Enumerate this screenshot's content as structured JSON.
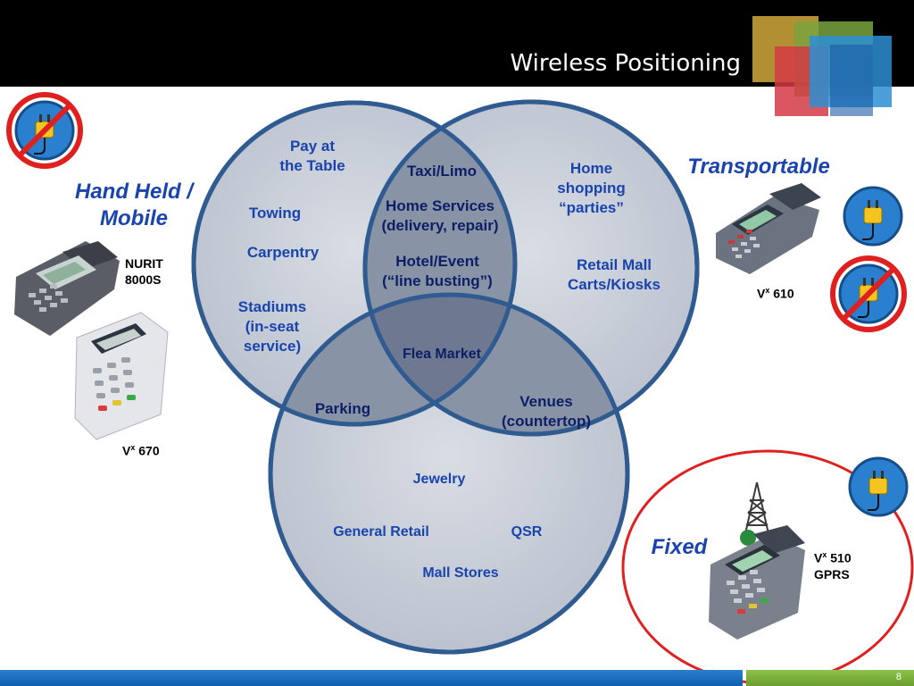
{
  "header": {
    "title": "Wireless Positioning"
  },
  "footer": {
    "page_number": "8"
  },
  "colors": {
    "circle_fill": "#c9ced8",
    "circle_stroke": "#2f5b91",
    "label_blue": "#1a44ad",
    "fixed_ring": "#e02020",
    "prohibit_red": "#e01f1f"
  },
  "circles": {
    "left": [
      {
        "text": "Pay at\nthe Table"
      },
      {
        "text": "Towing"
      },
      {
        "text": "Carpentry"
      },
      {
        "text": "Stadiums\n(in-seat\nservice)"
      }
    ],
    "right": [
      {
        "text": "Home\nshopping\n“parties”"
      },
      {
        "text": "Retail Mall\nCarts/Kiosks"
      }
    ],
    "left_right": [
      {
        "text": "Taxi/Limo"
      },
      {
        "text": "Home Services\n(delivery, repair)"
      },
      {
        "text": "Hotel/Event\n(“line busting”)"
      }
    ],
    "center": {
      "text": "Flea Market"
    },
    "left_bottom": {
      "text": "Parking"
    },
    "right_bottom": {
      "text": "Venues\n(countertop)"
    },
    "bottom": [
      {
        "text": "Jewelry"
      },
      {
        "text": "General Retail"
      },
      {
        "text": "QSR"
      },
      {
        "text": "Mall Stores"
      }
    ]
  },
  "categories": {
    "handheld": "Hand Held /\nMobile",
    "transportable": "Transportable",
    "fixed": "Fixed"
  },
  "devices": {
    "nurit": "NURIT\n8000S",
    "vx670_base": "V",
    "vx670_sup": "x",
    "vx670_num": " 670",
    "vx610_base": "V",
    "vx610_sup": "x",
    "vx610_num": " 610",
    "vx510_base": "V",
    "vx510_sup": "x",
    "vx510_num": " 510",
    "vx510_line2": "GPRS"
  },
  "icons": [
    {
      "name": "power-plug-icon",
      "prohibited": true
    },
    {
      "name": "power-plug-icon",
      "prohibited": false
    },
    {
      "name": "power-plug-icon",
      "prohibited": true
    },
    {
      "name": "power-plug-icon",
      "prohibited": false
    }
  ]
}
